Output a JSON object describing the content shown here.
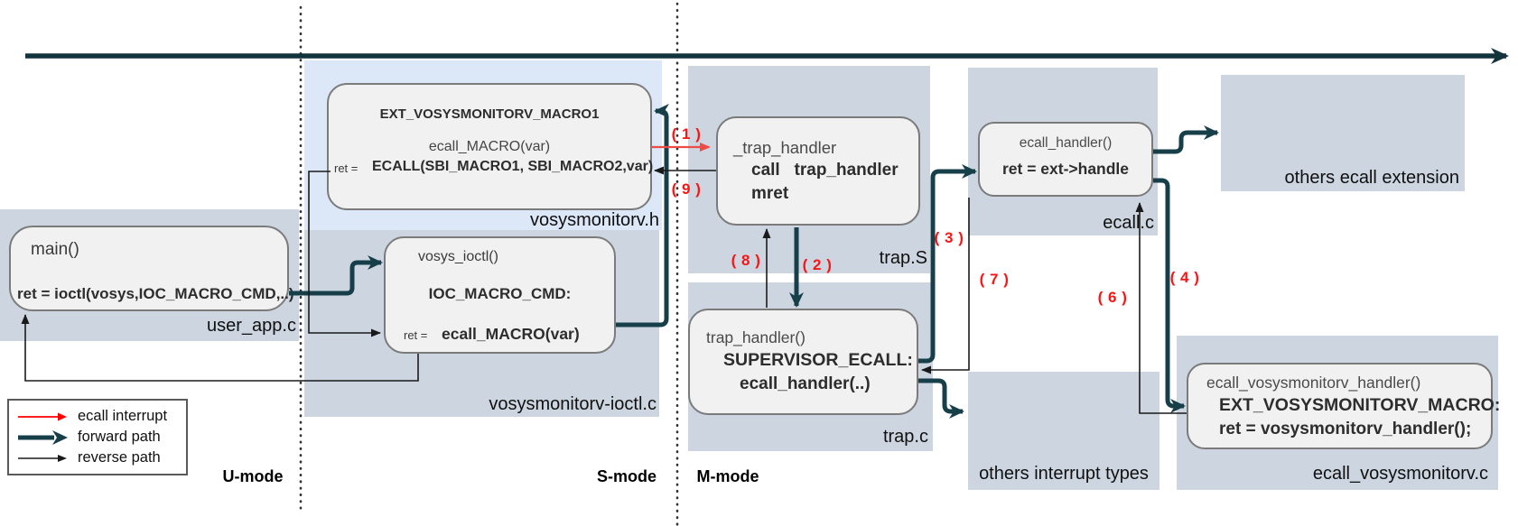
{
  "legend": {
    "items": [
      {
        "label": "ecall interrupt",
        "type": "ecall-interrupt",
        "color": "#ff0000"
      },
      {
        "label": "forward path",
        "type": "forward-path",
        "color": "#173f4a"
      },
      {
        "label": "reverse path",
        "type": "reverse-path",
        "color": "#1a1a1a"
      }
    ]
  },
  "modes": {
    "user": "U-mode",
    "supervisor": "S-mode",
    "machine": "M-mode"
  },
  "files": {
    "user_app": "user_app.c",
    "monitor_header": "vosysmonitorv.h",
    "monitor_ioctl": "vosysmonitorv-ioctl.c",
    "trap_asm": "trap.S",
    "trap_c": "trap.c",
    "ecall_c": "ecall.c",
    "others_ecall": "others ecall extension",
    "others_interrupts": "others interrupt types",
    "ecall_monitor": "ecall_vosysmonitorv.c"
  },
  "boxes": {
    "main": {
      "title": "main()",
      "code": "ret = ioctl(vosys,IOC_MACRO_CMD,..)"
    },
    "monitor_header": {
      "title": "EXT_VOSYSMONITORV_MACRO1",
      "call": "ecall_MACRO(var)",
      "ret": "ret =",
      "code": "ECALL(SBI_MACRO1, SBI_MACRO2,var)"
    },
    "vosys_ioctl": {
      "title": "vosys_ioctl()",
      "case": "IOC_MACRO_CMD:",
      "ret": "ret =",
      "code": "ecall_MACRO(var)"
    },
    "trap_asm": {
      "title": "_trap_handler",
      "call": "call   trap_handler",
      "mret": "mret"
    },
    "trap_c": {
      "title": "trap_handler()",
      "case": "SUPERVISOR_ECALL:",
      "code": "ecall_handler(..)"
    },
    "ecall_handler": {
      "title": "ecall_handler()",
      "code": "ret = ext->handle"
    },
    "ecall_monitor_handler": {
      "title": "ecall_vosysmonitorv_handler()",
      "case": "EXT_VOSYSMONITORV_MACRO:",
      "code": "ret = vosysmonitorv_handler();"
    }
  },
  "steps": [
    {
      "id": 1,
      "label": "( 1 )"
    },
    {
      "id": 2,
      "label": "( 2 )"
    },
    {
      "id": 3,
      "label": "( 3 )"
    },
    {
      "id": 4,
      "label": "( 4 )"
    },
    {
      "id": 6,
      "label": "( 6 )"
    },
    {
      "id": 7,
      "label": "( 7 )"
    },
    {
      "id": 8,
      "label": "( 8 )"
    },
    {
      "id": 9,
      "label": "( 9 )"
    }
  ],
  "colors": {
    "forward": "#173f4a",
    "ecall_interrupt": "#ef4b45",
    "reverse": "#1a1a1a",
    "step_label": "#fb1414",
    "panel": "#cdd6e0",
    "panel_light": "#dce8f7"
  }
}
